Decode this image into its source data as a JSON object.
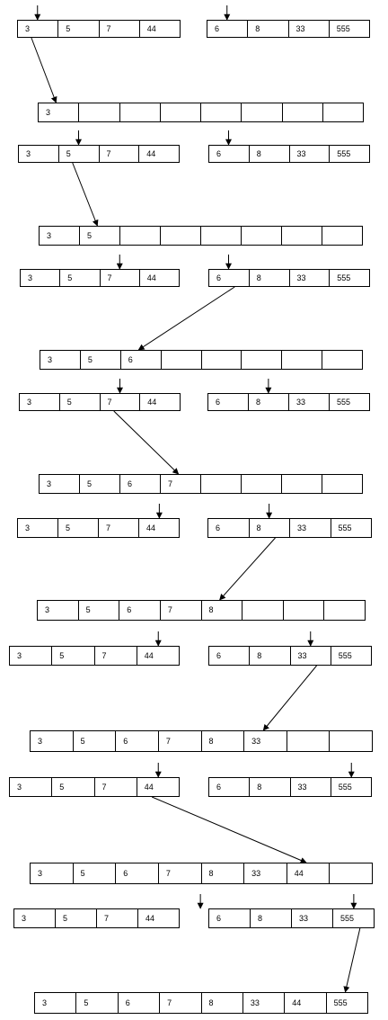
{
  "steps": [
    {
      "a": [
        "3",
        "5",
        "7",
        "44"
      ],
      "b": [
        "6",
        "8",
        "33",
        "555"
      ],
      "merged": [
        "3",
        "",
        "",
        "",
        "",
        "",
        "",
        ""
      ]
    },
    {
      "a": [
        "3",
        "5",
        "7",
        "44"
      ],
      "b": [
        "6",
        "8",
        "33",
        "555"
      ],
      "merged": [
        "3",
        "5",
        "",
        "",
        "",
        "",
        "",
        ""
      ]
    },
    {
      "a": [
        "3",
        "5",
        "7",
        "44"
      ],
      "b": [
        "6",
        "8",
        "33",
        "555"
      ],
      "merged": [
        "3",
        "5",
        "6",
        "",
        "",
        "",
        "",
        ""
      ]
    },
    {
      "a": [
        "3",
        "5",
        "7",
        "44"
      ],
      "b": [
        "6",
        "8",
        "33",
        "555"
      ],
      "merged": [
        "3",
        "5",
        "6",
        "7",
        "",
        "",
        "",
        ""
      ]
    },
    {
      "a": [
        "3",
        "5",
        "7",
        "44"
      ],
      "b": [
        "6",
        "8",
        "33",
        "555"
      ],
      "merged": [
        "3",
        "5",
        "6",
        "7",
        "8",
        "",
        "",
        ""
      ]
    },
    {
      "a": [
        "3",
        "5",
        "7",
        "44"
      ],
      "b": [
        "6",
        "8",
        "33",
        "555"
      ],
      "merged": [
        "3",
        "5",
        "6",
        "7",
        "8",
        "33",
        "",
        ""
      ]
    },
    {
      "a": [
        "3",
        "5",
        "7",
        "44"
      ],
      "b": [
        "6",
        "8",
        "33",
        "555"
      ],
      "merged": [
        "3",
        "5",
        "6",
        "7",
        "8",
        "33",
        "44",
        ""
      ]
    },
    {
      "a": [
        "3",
        "5",
        "7",
        "44"
      ],
      "b": [
        "6",
        "8",
        "33",
        "555"
      ],
      "merged": [
        "3",
        "5",
        "6",
        "7",
        "8",
        "33",
        "44",
        "555"
      ]
    }
  ],
  "pointers": [
    {
      "a": 0,
      "b": 0,
      "from": "a",
      "fromIndex": 0,
      "toIndex": 0
    },
    {
      "a": 1,
      "b": 0,
      "from": "a",
      "fromIndex": 1,
      "toIndex": 1
    },
    {
      "a": 2,
      "b": 0,
      "from": "b",
      "fromIndex": 0,
      "toIndex": 2
    },
    {
      "a": 2,
      "b": 1,
      "from": "a",
      "fromIndex": 2,
      "toIndex": 3
    },
    {
      "a": 3,
      "b": 1,
      "from": "b",
      "fromIndex": 1,
      "toIndex": 4
    },
    {
      "a": 3,
      "b": 2,
      "from": "b",
      "fromIndex": 2,
      "toIndex": 5
    },
    {
      "a": 3,
      "b": 3,
      "from": "a",
      "fromIndex": 3,
      "toIndex": 6
    },
    {
      "a": 4,
      "b": 3,
      "from": "b",
      "fromIndex": 3,
      "toIndex": 7
    }
  ],
  "colors": {
    "line": "#000000",
    "cell_bg": "#ffffff"
  }
}
